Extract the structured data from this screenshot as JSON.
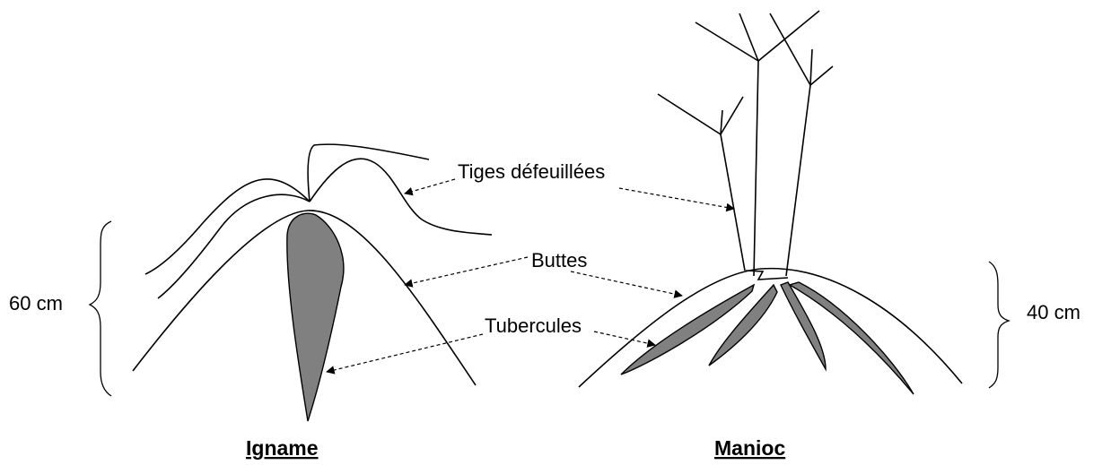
{
  "labels": {
    "tiges": "Tiges défeuillées",
    "buttes": "Buttes",
    "tubercules": "Tubercules"
  },
  "igname": {
    "title": "Igname",
    "height": "60 cm"
  },
  "manioc": {
    "title": "Manioc",
    "height": "40 cm"
  }
}
